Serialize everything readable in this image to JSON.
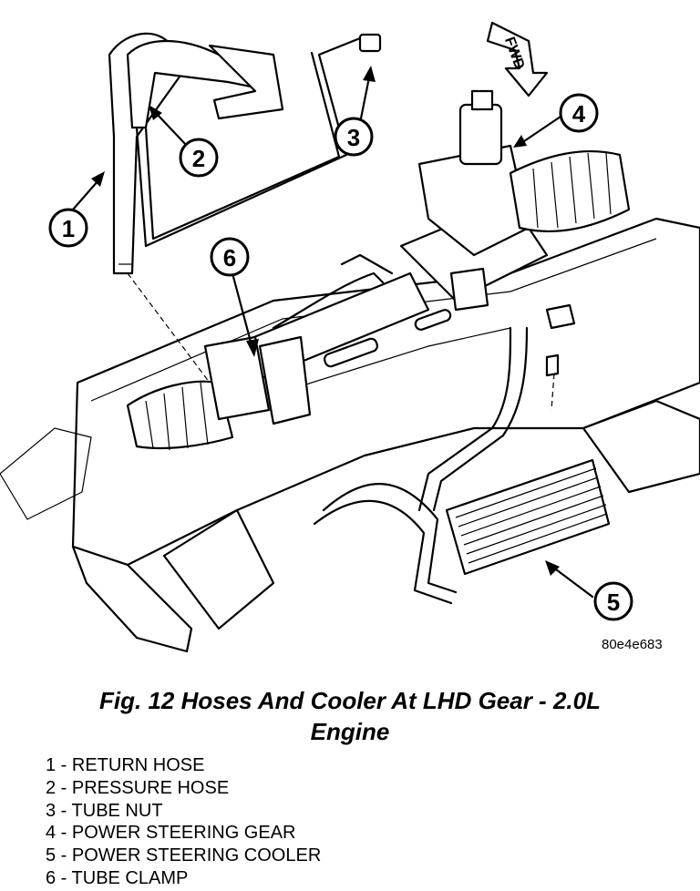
{
  "figure": {
    "drawing_id": "80e4e683",
    "fwd_label": "FWD",
    "callouts": [
      "1",
      "2",
      "3",
      "4",
      "5",
      "6"
    ]
  },
  "caption": {
    "line1": "Fig. 12 Hoses And Cooler At LHD Gear - 2.0L",
    "line2": "Engine"
  },
  "legend": [
    "1 - RETURN HOSE",
    "2 - PRESSURE HOSE",
    "3 - TUBE NUT",
    "4 - POWER STEERING GEAR",
    "5 - POWER STEERING COOLER",
    "6 - TUBE CLAMP"
  ]
}
